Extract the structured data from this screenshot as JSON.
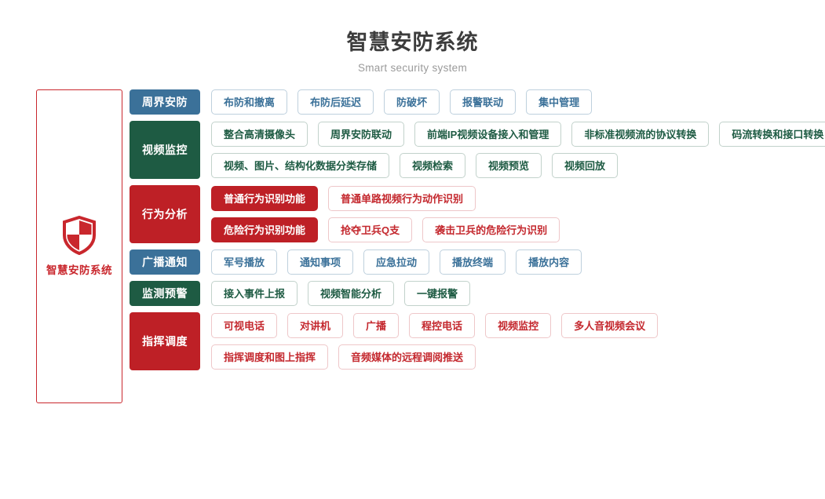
{
  "header": {
    "title": "智慧安防系统",
    "subtitle": "Smart security system"
  },
  "brand": {
    "icon": "shield-icon",
    "label": "智慧安防系统",
    "color": "#c9272d"
  },
  "colors": {
    "blue": "#3b7199",
    "green": "#1e5b43",
    "red": "#be2026",
    "title": "#3c3c3c",
    "subtitle": "#9a9a9a"
  },
  "rows": [
    {
      "category": "周界安防",
      "variant": "blue",
      "lines": [
        [
          {
            "label": "布防和撤离",
            "style": "outline"
          },
          {
            "label": "布防后延迟",
            "style": "outline"
          },
          {
            "label": "防破坏",
            "style": "outline"
          },
          {
            "label": "报警联动",
            "style": "outline"
          },
          {
            "label": "集中管理",
            "style": "outline"
          }
        ]
      ]
    },
    {
      "category": "视频监控",
      "variant": "green",
      "lines": [
        [
          {
            "label": "整合高清摄像头",
            "style": "outline"
          },
          {
            "label": "周界安防联动",
            "style": "outline"
          },
          {
            "label": "前端IP视频设备接入和管理",
            "style": "outline"
          },
          {
            "label": "非标准视频流的协议转换",
            "style": "outline"
          },
          {
            "label": "码流转换和接口转换",
            "style": "outline"
          }
        ],
        [
          {
            "label": "视频、图片、结构化数据分类存储",
            "style": "outline"
          },
          {
            "label": "视频检索",
            "style": "outline"
          },
          {
            "label": "视频预览",
            "style": "outline"
          },
          {
            "label": "视频回放",
            "style": "outline"
          }
        ]
      ]
    },
    {
      "category": "行为分析",
      "variant": "red",
      "lines": [
        [
          {
            "label": "普通行为识别功能",
            "style": "solid"
          },
          {
            "label": "普通单路视频行为动作识别",
            "style": "outline"
          }
        ],
        [
          {
            "label": "危险行为识别功能",
            "style": "solid"
          },
          {
            "label": "抢夺卫兵Q支",
            "style": "outline"
          },
          {
            "label": "袭击卫兵的危险行为识别",
            "style": "outline"
          }
        ]
      ]
    },
    {
      "category": "广播通知",
      "variant": "blue",
      "lines": [
        [
          {
            "label": "军号播放",
            "style": "outline"
          },
          {
            "label": "通知事项",
            "style": "outline"
          },
          {
            "label": "应急拉动",
            "style": "outline"
          },
          {
            "label": "播放终端",
            "style": "outline"
          },
          {
            "label": "播放内容",
            "style": "outline"
          }
        ]
      ]
    },
    {
      "category": "监测预警",
      "variant": "green",
      "lines": [
        [
          {
            "label": "接入事件上报",
            "style": "outline"
          },
          {
            "label": "视频智能分析",
            "style": "outline"
          },
          {
            "label": "一键报警",
            "style": "outline"
          }
        ]
      ]
    },
    {
      "category": "指挥调度",
      "variant": "red",
      "lines": [
        [
          {
            "label": "可视电话",
            "style": "outline"
          },
          {
            "label": "对讲机",
            "style": "outline"
          },
          {
            "label": "广播",
            "style": "outline"
          },
          {
            "label": "程控电话",
            "style": "outline"
          },
          {
            "label": "视频监控",
            "style": "outline"
          },
          {
            "label": "多人音视频会议",
            "style": "outline"
          }
        ],
        [
          {
            "label": "指挥调度和图上指挥",
            "style": "outline"
          },
          {
            "label": "音频媒体的远程调阅推送",
            "style": "outline"
          }
        ]
      ]
    }
  ]
}
